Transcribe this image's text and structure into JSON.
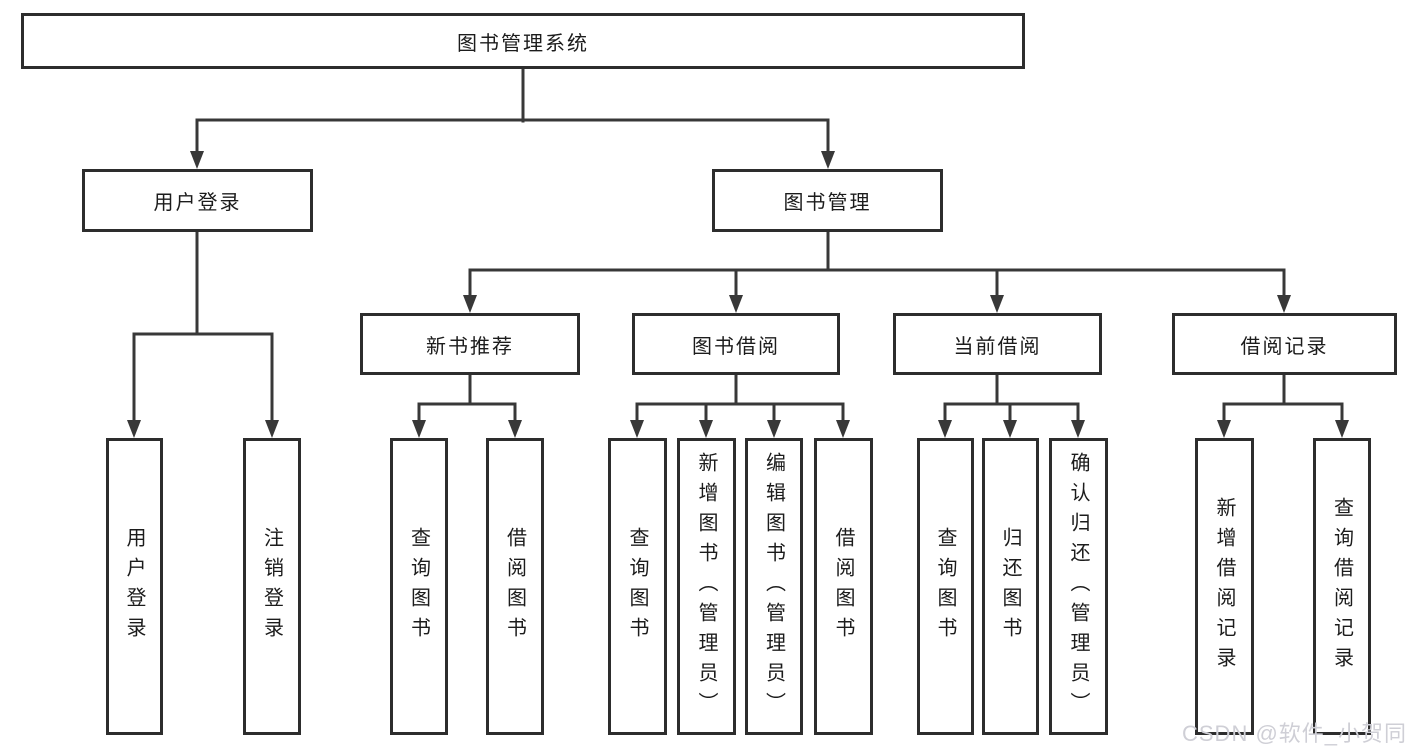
{
  "tree": {
    "label": "图书管理系统",
    "children": [
      {
        "label": "用户登录",
        "children": [
          {
            "label": "用户登录"
          },
          {
            "label": "注销登录"
          }
        ]
      },
      {
        "label": "图书管理",
        "children": [
          {
            "label": "新书推荐",
            "children": [
              {
                "label": "查询图书"
              },
              {
                "label": "借阅图书"
              }
            ]
          },
          {
            "label": "图书借阅",
            "children": [
              {
                "label": "查询图书"
              },
              {
                "label": "新增图书（管理员）"
              },
              {
                "label": "编辑图书（管理员）"
              },
              {
                "label": "借阅图书"
              }
            ]
          },
          {
            "label": "当前借阅",
            "children": [
              {
                "label": "查询图书"
              },
              {
                "label": "归还图书"
              },
              {
                "label": "确认归还（管理员）"
              }
            ]
          },
          {
            "label": "借阅记录",
            "children": [
              {
                "label": "新增借阅记录"
              },
              {
                "label": "查询借阅记录"
              }
            ]
          }
        ]
      }
    ]
  },
  "watermark": {
    "text": "CSDN @软件_小贺同学"
  },
  "colors": {
    "line": "#383838",
    "box_border": "#2d2d2d",
    "box_background": "#ffffff",
    "text": "#1c1c1c",
    "watermark": "#cfcfd6",
    "background": "#ffffff"
  }
}
